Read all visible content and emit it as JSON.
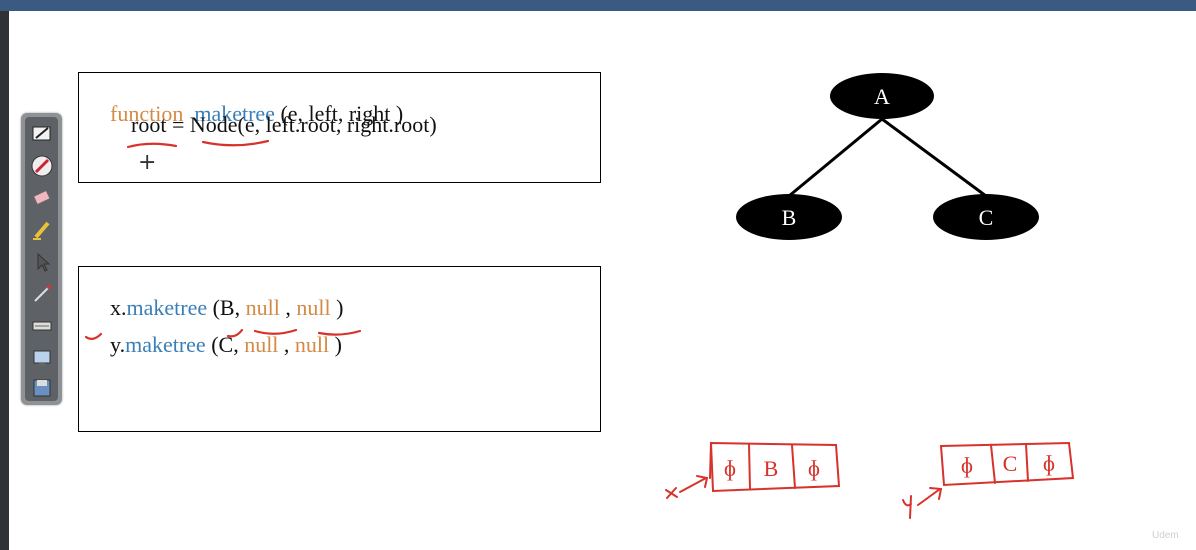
{
  "code_box_1": {
    "line1": {
      "keyword": "function",
      "name": "maketree",
      "args": "(e, left, right )"
    },
    "line2": {
      "text": "root = Node(e, left.root, right.root)"
    }
  },
  "code_box_2": {
    "line1": {
      "obj": "x.",
      "method": "maketree",
      "open": " (B, ",
      "n1": "null",
      "sep": " , ",
      "n2": "null",
      "close": " )"
    },
    "line2": {
      "obj": "y.",
      "method": "maketree",
      "open": " (C, ",
      "n1": "null",
      "sep": " , ",
      "n2": "null",
      "close": " )"
    }
  },
  "tree": {
    "root": "A",
    "left": "B",
    "right": "C"
  },
  "annotations": {
    "node_x": {
      "pointer": "x",
      "cells": [
        "ɸ",
        "B",
        "ɸ"
      ]
    },
    "node_y": {
      "pointer": "y",
      "cells": [
        "ɸ",
        "C",
        "ɸ"
      ]
    }
  },
  "colors": {
    "ink_red": "#d7322b",
    "keyword_orange": "#d48a45",
    "method_blue": "#3a7fb8",
    "header_blue": "#3b5a82"
  },
  "toolbar": {
    "tools": [
      "pen-icon",
      "highlighter-icon",
      "eraser-icon",
      "pencil-icon",
      "pointer-icon",
      "laser-icon",
      "keyboard-icon",
      "screen-icon",
      "save-icon"
    ]
  },
  "watermark": "Udem"
}
